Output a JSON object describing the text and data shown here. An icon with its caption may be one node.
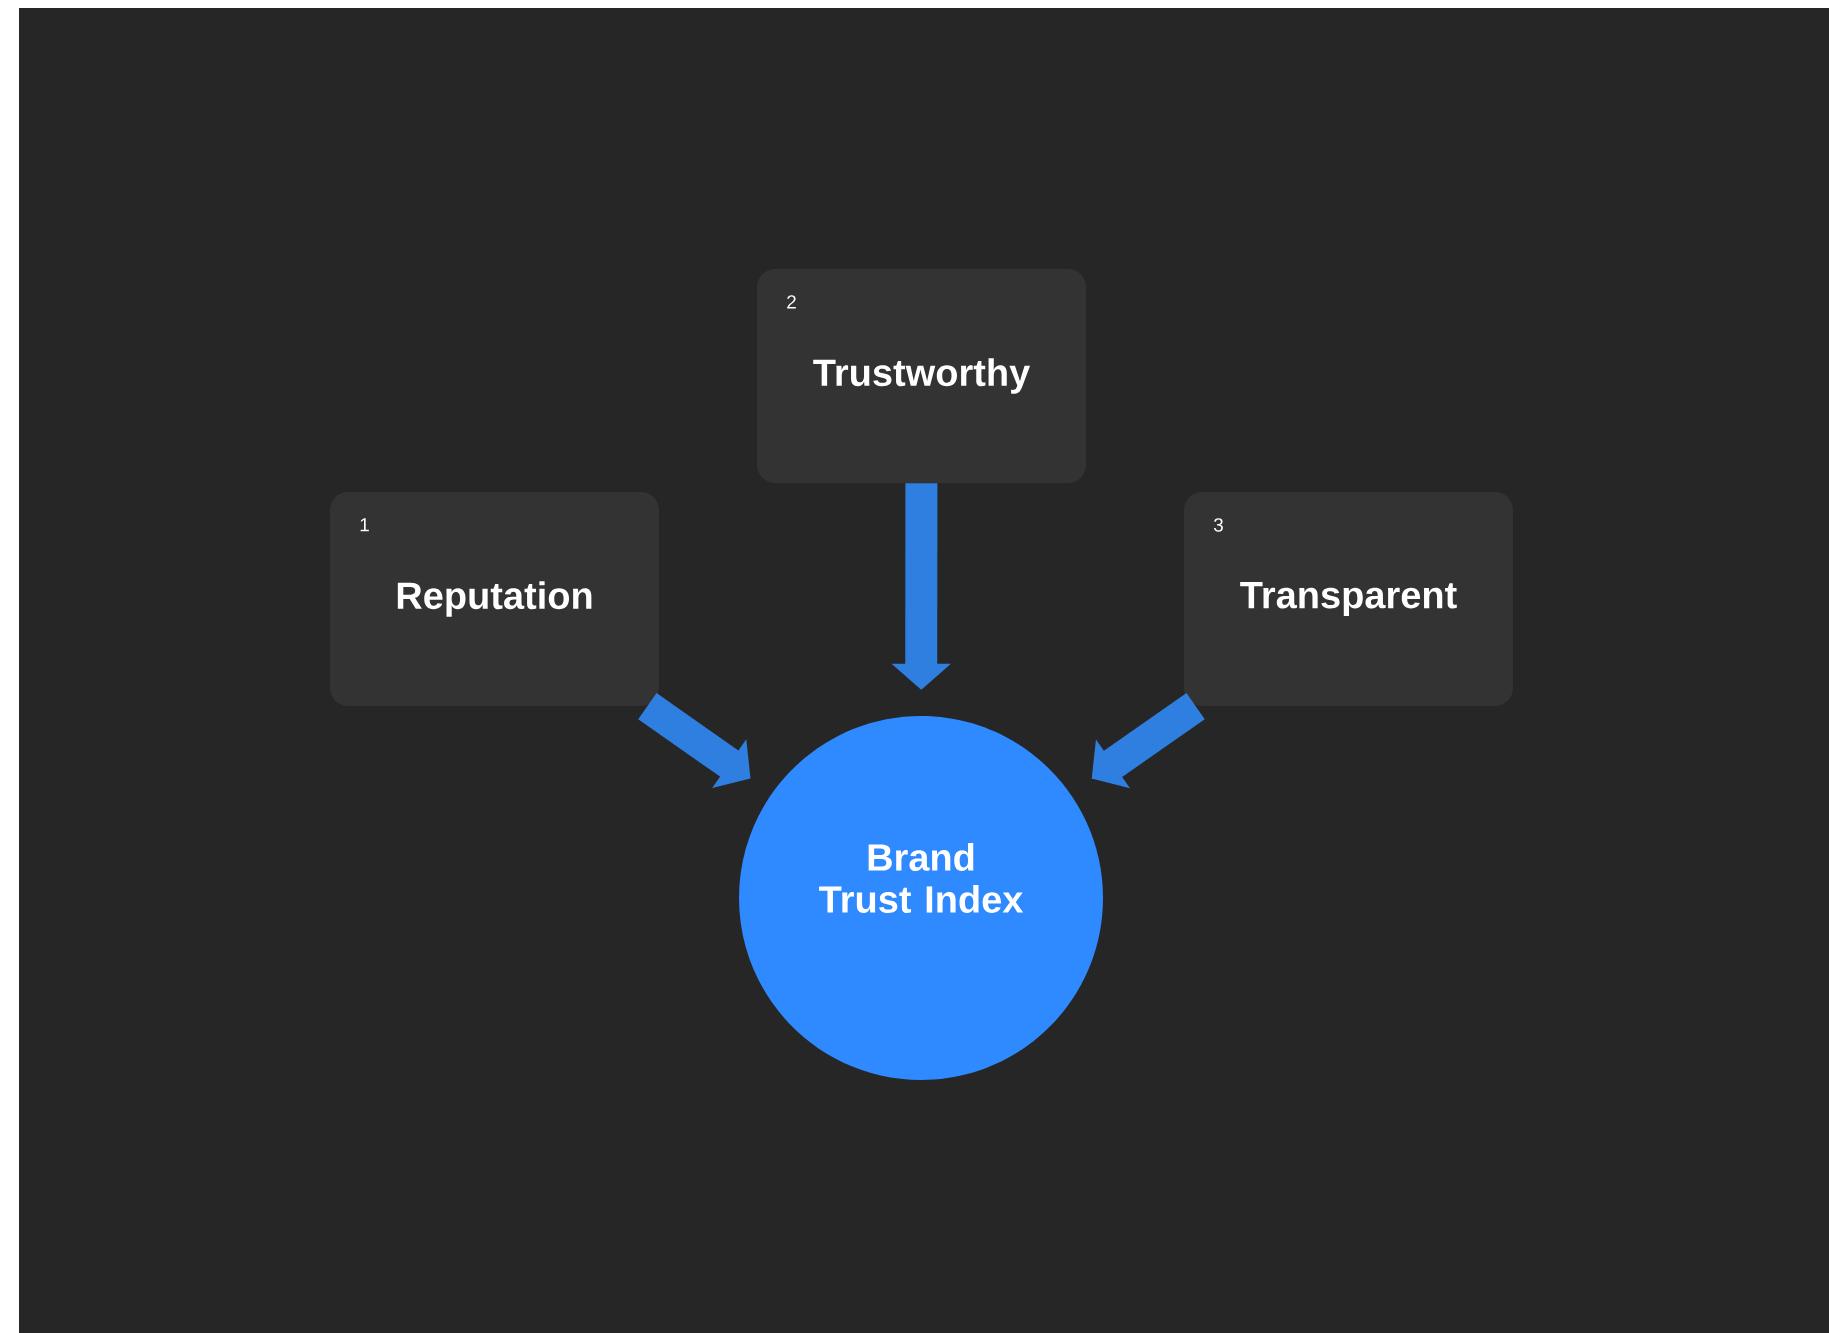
{
  "diagram": {
    "nodes": [
      {
        "text": [
          "1",
          "Reputation"
        ]
      },
      {
        "text": [
          "2",
          "Trustworthy"
        ]
      },
      {
        "text": [
          "3",
          "Transparent"
        ]
      },
      {
        "text": [
          "Brand Trust Index"
        ]
      }
    ],
    "edges": [
      {
        "from": 0,
        "to": 3,
        "arrow": "to"
      },
      {
        "from": 1,
        "to": 3,
        "arrow": "to"
      },
      {
        "from": 2,
        "to": 3,
        "arrow": "to"
      }
    ]
  }
}
